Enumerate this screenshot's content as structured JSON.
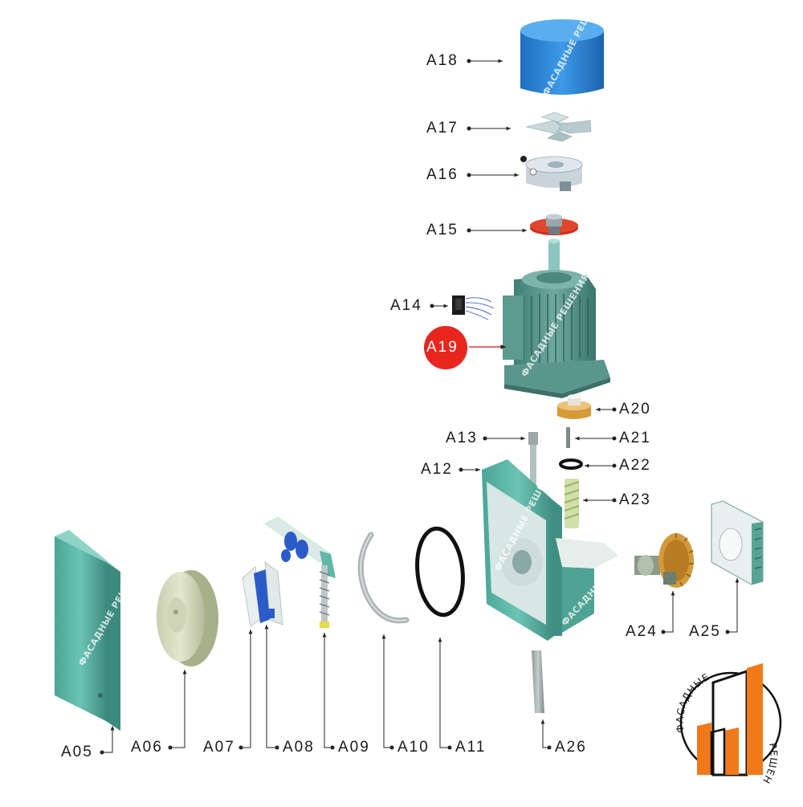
{
  "labels": {
    "a05": "A05",
    "a06": "A06",
    "a07": "A07",
    "a08": "A08",
    "a09": "A09",
    "a10": "A10",
    "a11": "A11",
    "a12": "A12",
    "a13": "A13",
    "a14": "A14",
    "a15": "A15",
    "a16": "A16",
    "a17": "A17",
    "a18": "A18",
    "a19": "A19",
    "a20": "A20",
    "a21": "A21",
    "a22": "A22",
    "a23": "A23",
    "a24": "A24",
    "a25": "A25",
    "a26": "A26"
  },
  "watermark": "ФАСАДНЫЕ РЕШЕНИЯ",
  "logo": {
    "top_text": "ФАСАДНЫЕ",
    "bottom_text": "РЕШЕНИЯ"
  },
  "colors": {
    "teal": "#5fb8a8",
    "teal_dark": "#3f8f82",
    "blue_cover": "#2f86d8",
    "orange": "#f07a1a",
    "red_marker": "#e8261e",
    "bronze": "#d39a3c"
  }
}
